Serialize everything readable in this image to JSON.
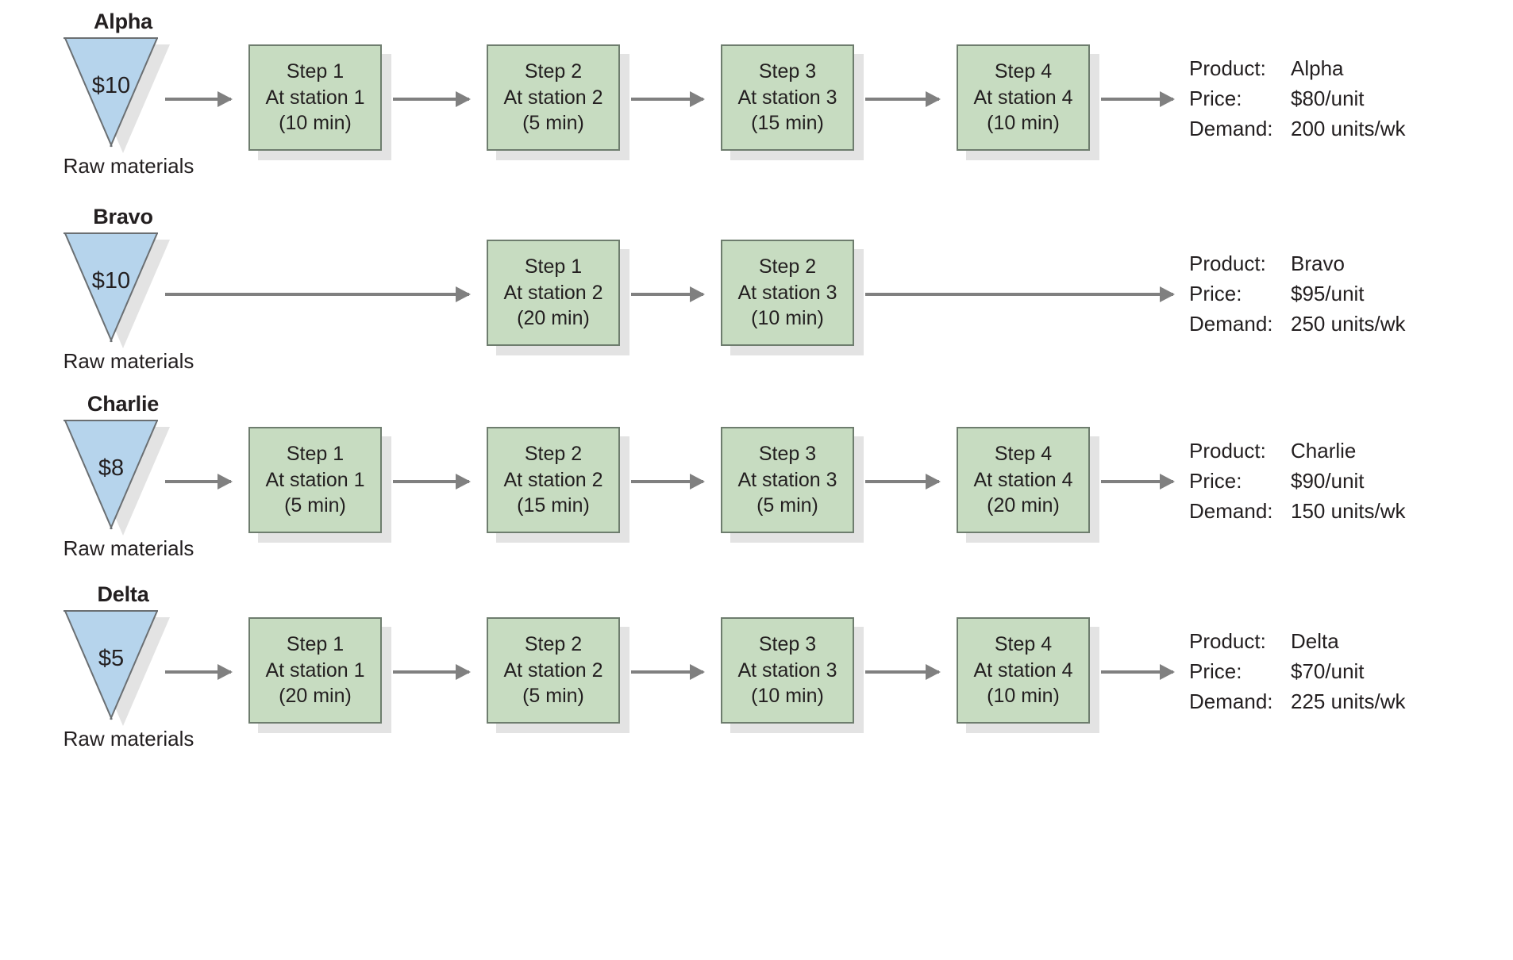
{
  "diagram": {
    "raw_label": "Raw materials",
    "info_keys": {
      "product": "Product:",
      "price": "Price:",
      "demand": "Demand:"
    },
    "colors": {
      "step_fill": "#c7dcc1",
      "step_border": "#6e7d6e",
      "triangle_fill": "#b6d4ec",
      "triangle_border": "#6b6f72",
      "shadow": "#e3e3e3",
      "arrow": "#808080",
      "text": "#231f20"
    }
  },
  "flows": [
    {
      "name": "Alpha",
      "raw_cost": "$10",
      "raw_label": "Raw materials",
      "steps": [
        {
          "step": "Step 1",
          "station": "At station 1",
          "time": "(10 min)"
        },
        {
          "step": "Step 2",
          "station": "At station 2",
          "time": "(5 min)"
        },
        {
          "step": "Step 3",
          "station": "At station 3",
          "time": "(15 min)"
        },
        {
          "step": "Step 4",
          "station": "At station 4",
          "time": "(10 min)"
        }
      ],
      "info": {
        "product": "Alpha",
        "price": "$80/unit",
        "demand": "200 units/wk"
      }
    },
    {
      "name": "Bravo",
      "raw_cost": "$10",
      "raw_label": "Raw materials",
      "steps": [
        {
          "step": "Step 1",
          "station": "At station 2",
          "time": "(20 min)"
        },
        {
          "step": "Step 2",
          "station": "At station 3",
          "time": "(10 min)"
        }
      ],
      "info": {
        "product": "Bravo",
        "price": "$95/unit",
        "demand": "250 units/wk"
      }
    },
    {
      "name": "Charlie",
      "raw_cost": "$8",
      "raw_label": "Raw materials",
      "steps": [
        {
          "step": "Step 1",
          "station": "At station 1",
          "time": "(5 min)"
        },
        {
          "step": "Step 2",
          "station": "At station 2",
          "time": "(15 min)"
        },
        {
          "step": "Step 3",
          "station": "At station 3",
          "time": "(5 min)"
        },
        {
          "step": "Step 4",
          "station": "At station 4",
          "time": "(20 min)"
        }
      ],
      "info": {
        "product": "Charlie",
        "price": "$90/unit",
        "demand": "150 units/wk"
      }
    },
    {
      "name": "Delta",
      "raw_cost": "$5",
      "raw_label": "Raw materials",
      "steps": [
        {
          "step": "Step 1",
          "station": "At station 1",
          "time": "(20 min)"
        },
        {
          "step": "Step 2",
          "station": "At station 2",
          "time": "(5 min)"
        },
        {
          "step": "Step 3",
          "station": "At station 3",
          "time": "(10 min)"
        },
        {
          "step": "Step 4",
          "station": "At station 4",
          "time": "(10 min)"
        }
      ],
      "info": {
        "product": "Delta",
        "price": "$70/unit",
        "demand": "225 units/wk"
      }
    }
  ]
}
